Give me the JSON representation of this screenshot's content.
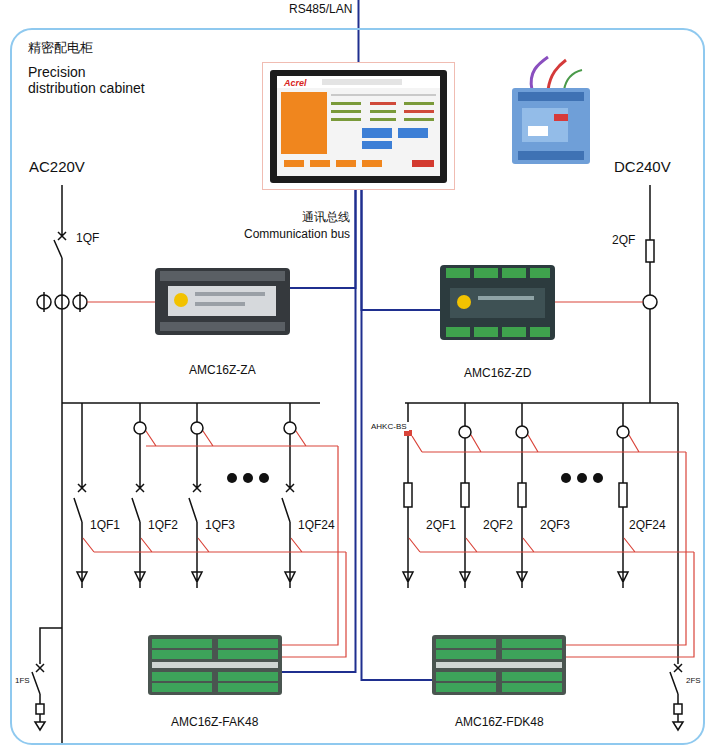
{
  "diagram": {
    "nodes": [
      {
        "text": [
          "精密配电柜",
          "Precision distribution cabinet"
        ]
      },
      {
        "text": [
          "Acrel"
        ],
        "in": 0
      },
      {
        "text": [
          "AMC16Z-ZA"
        ],
        "in": 0
      },
      {
        "text": [
          "AMC16Z-ZD"
        ],
        "in": 0
      },
      {
        "text": [
          "AMC16Z-FAK48"
        ],
        "in": 0
      },
      {
        "text": [
          "AMC16Z-FDK48"
        ],
        "in": 0
      }
    ],
    "edges": [
      {
        "from": 1,
        "to": 2,
        "arrow": "none"
      },
      {
        "from": 1,
        "to": 3,
        "arrow": "none"
      },
      {
        "from": 1,
        "to": 4,
        "arrow": "none"
      },
      {
        "from": 1,
        "to": 5,
        "arrow": "none"
      }
    ],
    "labels": [
      "RS485/LAN",
      "通讯总线",
      "Communication bus",
      "AC220V",
      "DC240V",
      "1QF",
      "2QF",
      "AHKC-BS",
      "1QF1",
      "1QF2",
      "1QF3",
      "1QF24",
      "2QF1",
      "2QF2",
      "2QF3",
      "2QF24",
      "1FS",
      "2FS"
    ]
  }
}
